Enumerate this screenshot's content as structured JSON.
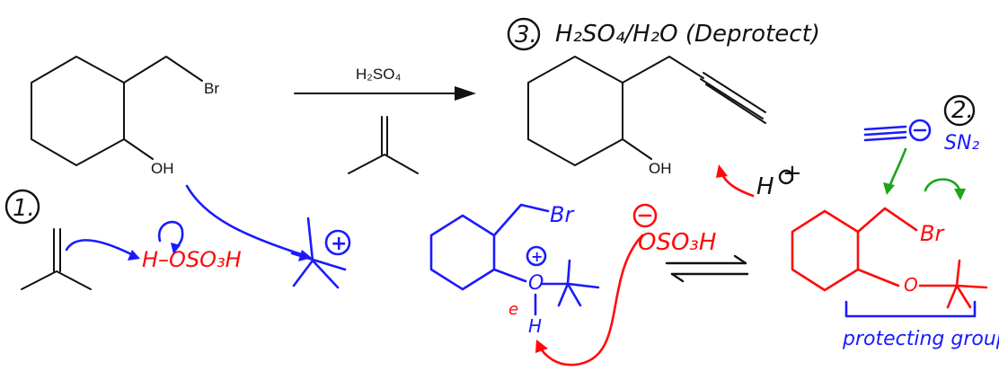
{
  "labels": {
    "step1": "1.",
    "step2": "2.",
    "step3": "3.",
    "deprotect_reagents": "H₂SO₄/H₂O (Deprotect)",
    "reagent_acid": "H₂SO₄",
    "start_br": "Br",
    "start_oh": "OH",
    "product_oh": "OH",
    "sulfuric_acid": "H–OSO₃H",
    "carbocation_charge": "+",
    "inter_br": "Br",
    "oxonium_charge": "+",
    "oxonium_o": "O",
    "oxonium_h": "H",
    "lone_pair": "e",
    "bisulfate": "OSO₃H",
    "bisulfate_charge": "−",
    "proton": "H",
    "proton_charge": "+",
    "acetylide_charge": "−",
    "mechanism": "SN₂",
    "ether_br": "Br",
    "ether_o": "O",
    "protecting_group": "protecting group"
  },
  "colors": {
    "blue_ink": "#1a1aff",
    "red_ink": "#ff0a0a",
    "green_ink": "#1aa51a",
    "black_ink": "#111111"
  }
}
